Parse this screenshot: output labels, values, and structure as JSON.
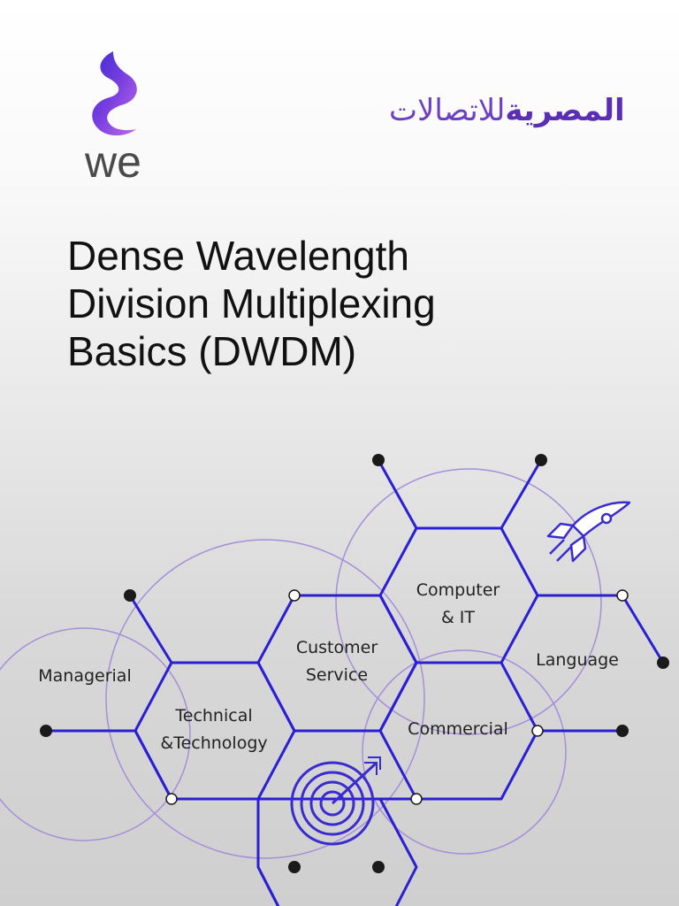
{
  "brand": {
    "logo_latin": "we",
    "logo_arabic_part1": "المصرية",
    "logo_arabic_part2": "للاتصالات",
    "colors": {
      "brand_purple": "#5b2fb3",
      "hex_blue": "#2b1fd4",
      "circle_purple": "#a48fd8"
    }
  },
  "title": {
    "line1": "Dense Wavelength",
    "line2": "Division Multiplexing",
    "line3": "Basics (DWDM)"
  },
  "diagram": {
    "labels": {
      "managerial": "Managerial",
      "technical_1": "Technical",
      "technical_2": "&Technology",
      "customer_1": "Customer",
      "customer_2": "Service",
      "computer_1": "Computer",
      "computer_2": "& IT",
      "language": "Language",
      "commercial": "Commercial"
    },
    "icons": [
      "rocket-icon",
      "target-icon"
    ]
  }
}
